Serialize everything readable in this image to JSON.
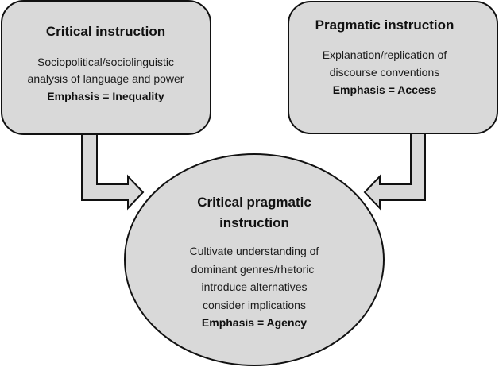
{
  "colors": {
    "fill": "#d9d9d9",
    "stroke": "#111111",
    "background": "#ffffff"
  },
  "diagram": {
    "left_box": {
      "title": "Critical instruction",
      "lines": [
        "Sociopolitical/sociolinguistic",
        "analysis of language and power"
      ],
      "emphasis": "Emphasis = Inequality"
    },
    "right_box": {
      "title": "Pragmatic instruction",
      "lines": [
        "Explanation/replication of",
        "discourse conventions"
      ],
      "emphasis": "Emphasis = Access"
    },
    "center_ellipse": {
      "title_lines": [
        "Critical pragmatic",
        "instruction"
      ],
      "lines": [
        "Cultivate understanding of",
        "dominant genres/rhetoric",
        "introduce alternatives",
        "consider implications"
      ],
      "emphasis": "Emphasis = Agency"
    },
    "connections": [
      {
        "from": "left_box",
        "to": "center_ellipse",
        "icon": "arrow-right-icon"
      },
      {
        "from": "right_box",
        "to": "center_ellipse",
        "icon": "arrow-left-icon"
      }
    ]
  }
}
